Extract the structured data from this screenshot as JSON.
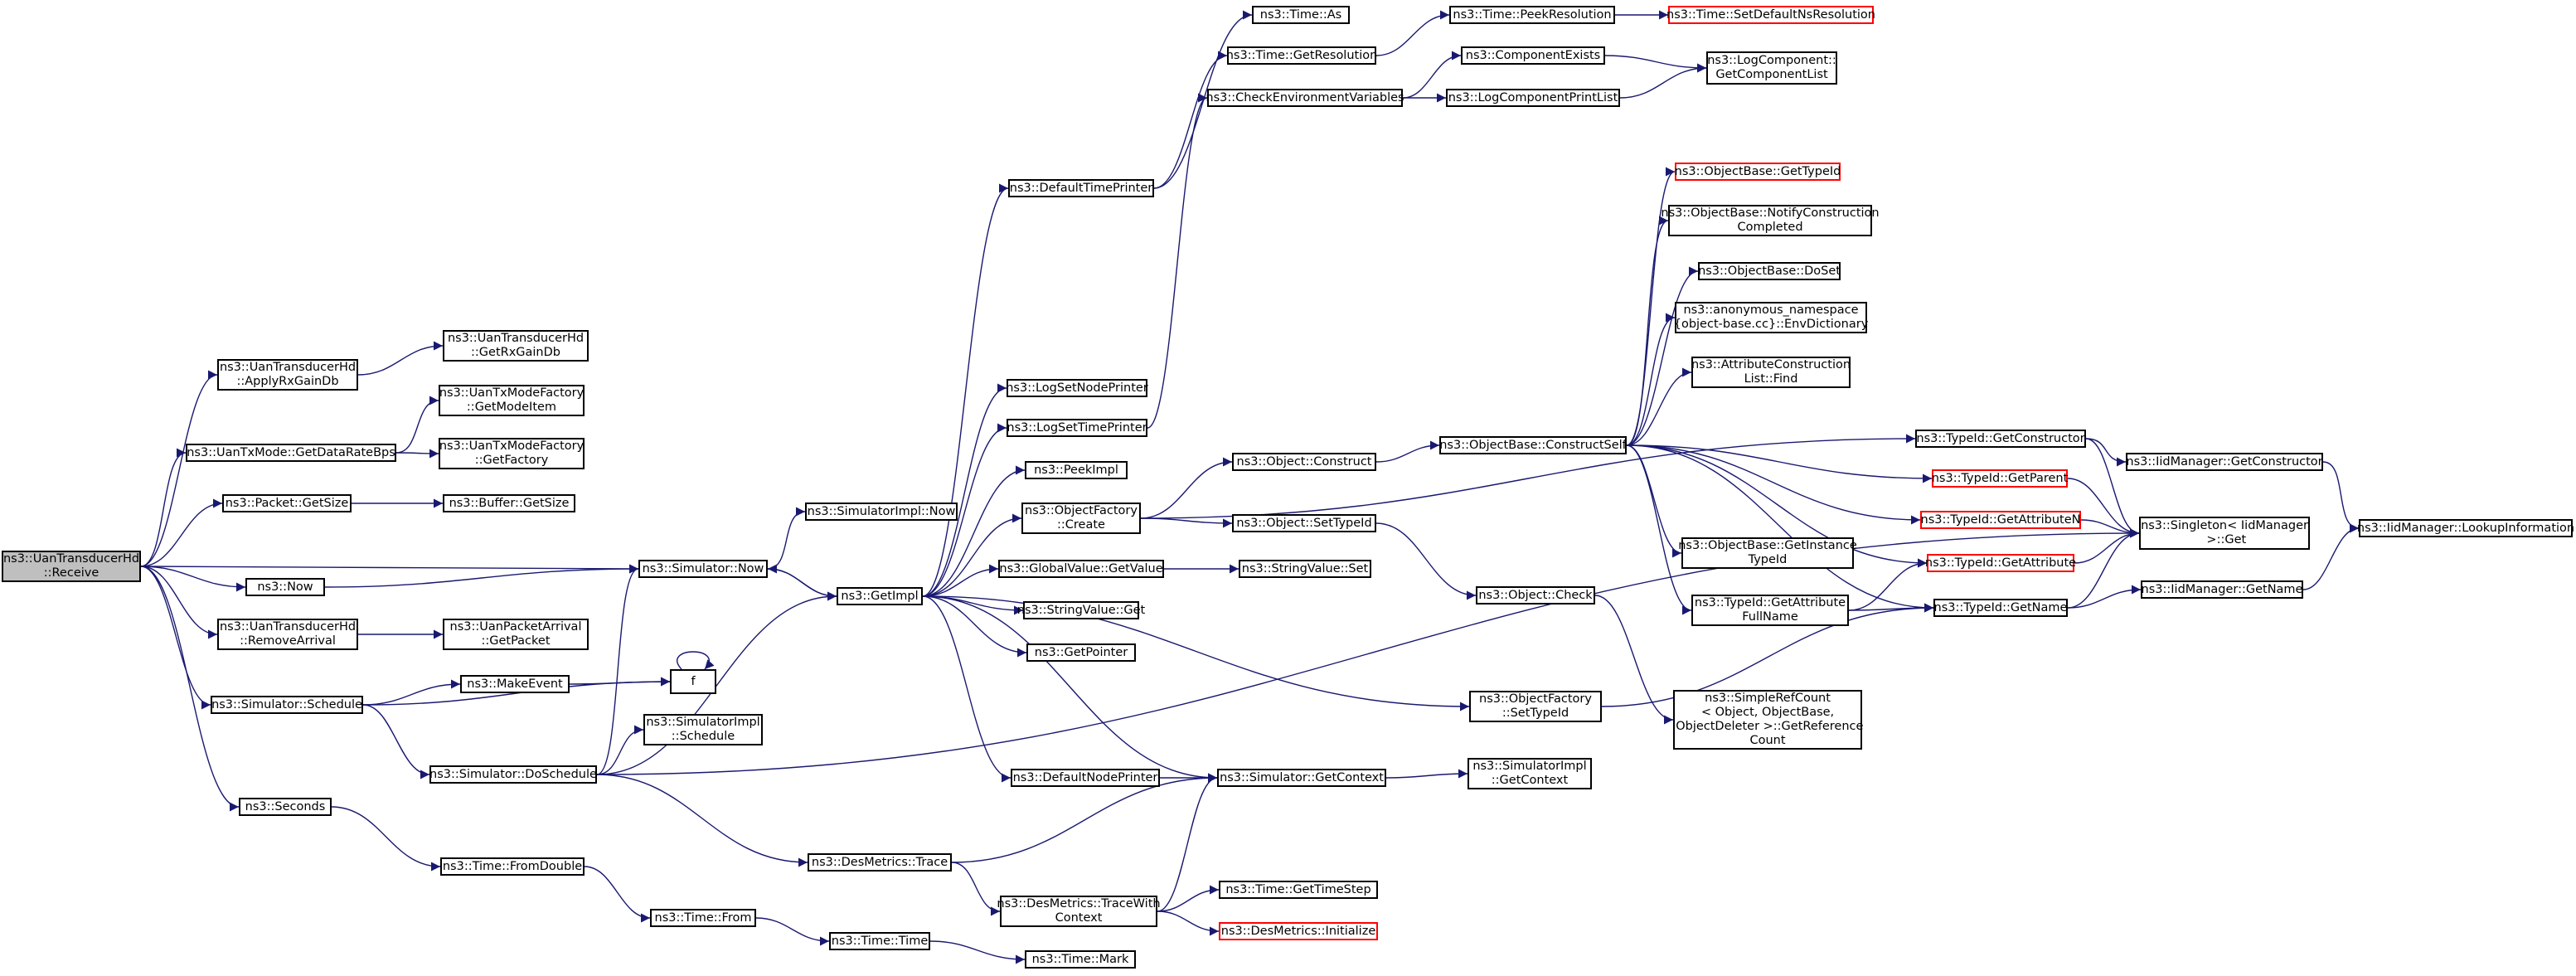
{
  "graph": {
    "colors": {
      "edge": "#191970",
      "node_border": "#000000",
      "incomplete_border": "#ff0000",
      "root_fill": "#bfbfbf"
    },
    "nodes": [
      {
        "id": "receive",
        "label": "ns3::UanTransducerHd\n::Receive",
        "root": true
      },
      {
        "id": "applyrx",
        "label": "ns3::UanTransducerHd\n::ApplyRxGainDb"
      },
      {
        "id": "getrx",
        "label": "ns3::UanTransducerHd\n::GetRxGainDb"
      },
      {
        "id": "getdr",
        "label": "ns3::UanTxMode::GetDataRateBps"
      },
      {
        "id": "getmodeitem",
        "label": "ns3::UanTxModeFactory\n::GetModeItem"
      },
      {
        "id": "getfactory",
        "label": "ns3::UanTxModeFactory\n::GetFactory"
      },
      {
        "id": "pktsize",
        "label": "ns3::Packet::GetSize"
      },
      {
        "id": "bufsize",
        "label": "ns3::Buffer::GetSize"
      },
      {
        "id": "now",
        "label": "ns3::Now"
      },
      {
        "id": "removearr",
        "label": "ns3::UanTransducerHd\n::RemoveArrival"
      },
      {
        "id": "getpacket",
        "label": "ns3::UanPacketArrival\n::GetPacket"
      },
      {
        "id": "schedule",
        "label": "ns3::Simulator::Schedule"
      },
      {
        "id": "makeevent",
        "label": "ns3::MakeEvent"
      },
      {
        "id": "f",
        "label": "f"
      },
      {
        "id": "seconds",
        "label": "ns3::Seconds"
      },
      {
        "id": "simnow",
        "label": "ns3::Simulator::Now"
      },
      {
        "id": "simimplnow",
        "label": "ns3::SimulatorImpl::Now"
      },
      {
        "id": "getimpl",
        "label": "ns3::GetImpl"
      },
      {
        "id": "simimplsched",
        "label": "ns3::SimulatorImpl\n::Schedule"
      },
      {
        "id": "dosched",
        "label": "ns3::Simulator::DoSchedule"
      },
      {
        "id": "fromdouble",
        "label": "ns3::Time::FromDouble"
      },
      {
        "id": "timefrom",
        "label": "ns3::Time::From"
      },
      {
        "id": "timetime",
        "label": "ns3::Time::Time"
      },
      {
        "id": "timemark",
        "label": "ns3::Time::Mark"
      },
      {
        "id": "dmtrace",
        "label": "ns3::DesMetrics::Trace"
      },
      {
        "id": "dmtracewith",
        "label": "ns3::DesMetrics::TraceWith\nContext"
      },
      {
        "id": "gettimestep",
        "label": "ns3::Time::GetTimeStep"
      },
      {
        "id": "dminit",
        "label": "ns3::DesMetrics::Initialize",
        "red": true
      },
      {
        "id": "defnodeprinter",
        "label": "ns3::DefaultNodePrinter"
      },
      {
        "id": "simgetctx",
        "label": "ns3::Simulator::GetContext"
      },
      {
        "id": "simimplgetctx",
        "label": "ns3::SimulatorImpl\n::GetContext"
      },
      {
        "id": "logsetnode",
        "label": "ns3::LogSetNodePrinter"
      },
      {
        "id": "logsettime",
        "label": "ns3::LogSetTimePrinter"
      },
      {
        "id": "peekimpl",
        "label": "ns3::PeekImpl"
      },
      {
        "id": "ofcreate",
        "label": "ns3::ObjectFactory\n::Create"
      },
      {
        "id": "gvgetvalue",
        "label": "ns3::GlobalValue::GetValue"
      },
      {
        "id": "svget",
        "label": "ns3::StringValue::Get"
      },
      {
        "id": "getpointer",
        "label": "ns3::GetPointer"
      },
      {
        "id": "deftimeprinter",
        "label": "ns3::DefaultTimePrinter"
      },
      {
        "id": "timeas",
        "label": "ns3::Time::As"
      },
      {
        "id": "timegetres",
        "label": "ns3::Time::GetResolution"
      },
      {
        "id": "timepeekres",
        "label": "ns3::Time::PeekResolution"
      },
      {
        "id": "timesetdef",
        "label": "ns3::Time::SetDefaultNsResolution",
        "red": true
      },
      {
        "id": "checkenv",
        "label": "ns3::CheckEnvironmentVariables"
      },
      {
        "id": "compexists",
        "label": "ns3::ComponentExists"
      },
      {
        "id": "logcompprint",
        "label": "ns3::LogComponentPrintList"
      },
      {
        "id": "logcompget",
        "label": "ns3::LogComponent::\nGetComponentList"
      },
      {
        "id": "objconstruct",
        "label": "ns3::Object::Construct"
      },
      {
        "id": "objsettypeid",
        "label": "ns3::Object::SetTypeId"
      },
      {
        "id": "svset",
        "label": "ns3::StringValue::Set"
      },
      {
        "id": "objcheck",
        "label": "ns3::Object::Check"
      },
      {
        "id": "ofsettypeid",
        "label": "ns3::ObjectFactory\n::SetTypeId"
      },
      {
        "id": "simplerefcount",
        "label": "ns3::SimpleRefCount\n< Object, ObjectBase,\n ObjectDeleter >::GetReference\nCount"
      },
      {
        "id": "obconstructself",
        "label": "ns3::ObjectBase::ConstructSelf"
      },
      {
        "id": "obgettypeid",
        "label": "ns3::ObjectBase::GetTypeId",
        "red": true
      },
      {
        "id": "obnotify",
        "label": "ns3::ObjectBase::NotifyConstruction\nCompleted"
      },
      {
        "id": "obdoset",
        "label": "ns3::ObjectBase::DoSet"
      },
      {
        "id": "envdict",
        "label": "ns3::anonymous_namespace\n{object-base.cc}::EnvDictionary"
      },
      {
        "id": "attrfind",
        "label": "ns3::AttributeConstruction\nList::Find"
      },
      {
        "id": "obgetinst",
        "label": "ns3::ObjectBase::GetInstance\nTypeId"
      },
      {
        "id": "tidgetattrfull",
        "label": "ns3::TypeId::GetAttribute\nFullName"
      },
      {
        "id": "tidgetctor",
        "label": "ns3::TypeId::GetConstructor"
      },
      {
        "id": "tidgetparent",
        "label": "ns3::TypeId::GetParent",
        "red": true
      },
      {
        "id": "tidgetattrn",
        "label": "ns3::TypeId::GetAttributeN",
        "red": true
      },
      {
        "id": "tidgetattr",
        "label": "ns3::TypeId::GetAttribute",
        "red": true
      },
      {
        "id": "tidgetname",
        "label": "ns3::TypeId::GetName"
      },
      {
        "id": "iidgetctor",
        "label": "ns3::IidManager::GetConstructor"
      },
      {
        "id": "singletonget",
        "label": "ns3::Singleton< IidManager\n >::Get"
      },
      {
        "id": "iidgetname",
        "label": "ns3::IidManager::GetName"
      },
      {
        "id": "iidlookup",
        "label": "ns3::IidManager::LookupInformation"
      }
    ]
  }
}
